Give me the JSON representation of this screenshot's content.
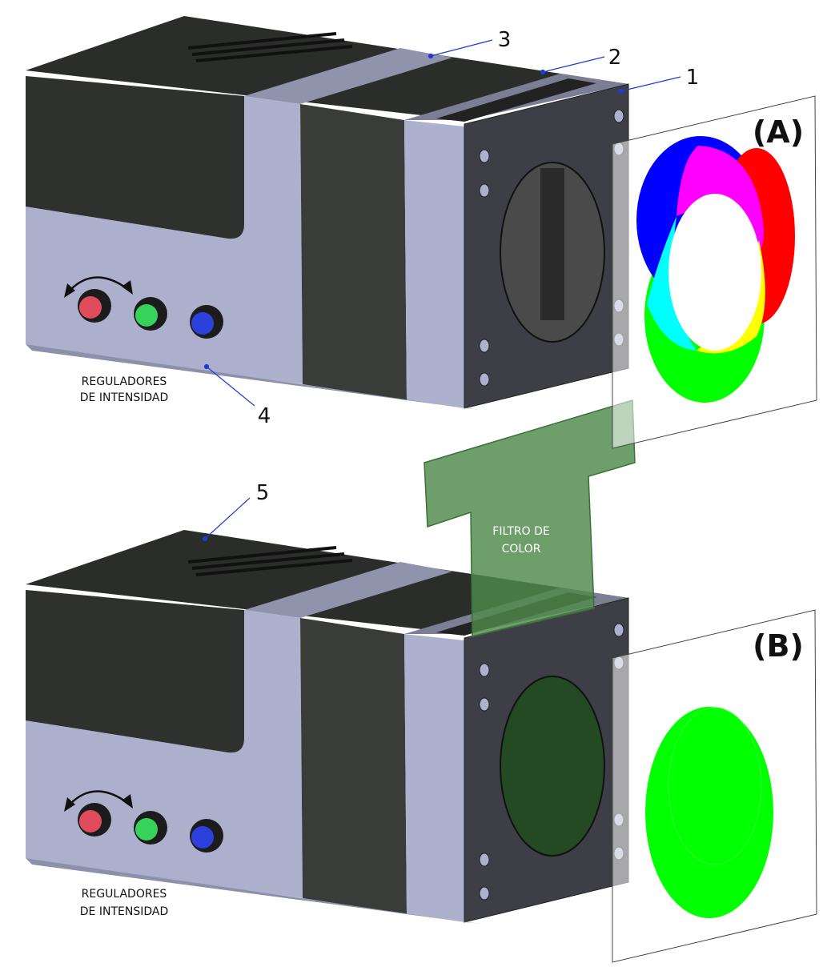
{
  "callouts": [
    "1",
    "2",
    "3",
    "4",
    "5"
  ],
  "panels": {
    "a": "(A)",
    "b": "(B)"
  },
  "captions": {
    "top_line1": "REGULADORES",
    "top_line2": "DE INTENSIDAD",
    "bottom_line1": "REGULADORES",
    "bottom_line2": "DE INTENSIDAD"
  },
  "filter": {
    "line1": "FILTRO DE",
    "line2": "COLOR"
  },
  "colors": {
    "red": "#ff0000",
    "green": "#00ff00",
    "blue": "#0000ff",
    "magenta": "#ff00ff",
    "yellow": "#ffff00",
    "cyan": "#00ffff",
    "filter": "#4e8a4a",
    "body_dark": "#2f312f",
    "body_light": "#adb0cc",
    "callout_line": "#1e3cd2"
  }
}
